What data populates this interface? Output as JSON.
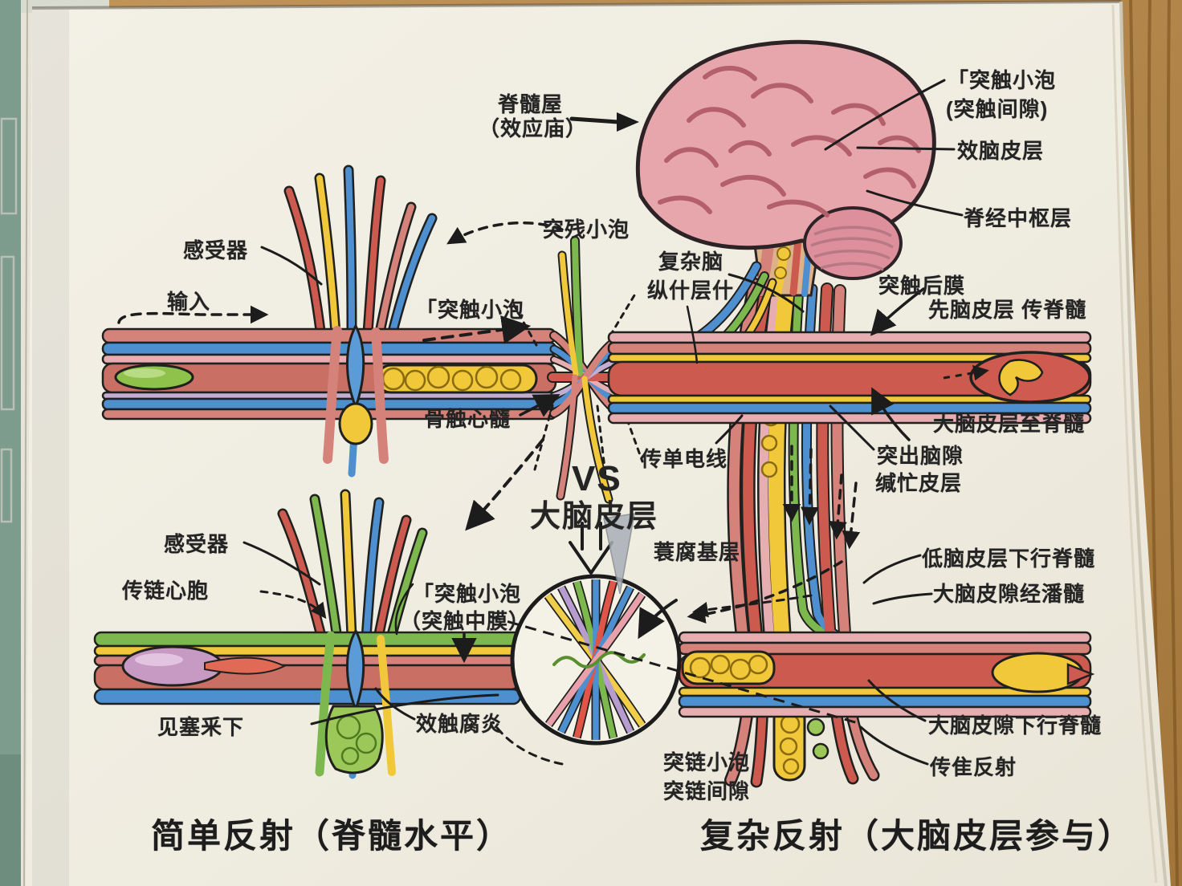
{
  "scene": {
    "description": "hand-drawn neuroscience diagram on a book page lying on a wooden desk, comparing a simple spinal reflex arc with a complex reflex involving the cerebral cortex",
    "colors": {
      "page": "#f1eee3",
      "wood": "#b5854a",
      "book_cover": "#7d9c8e",
      "ink": "#1c1c1c",
      "brain_pink": "#e7a6ac",
      "nerve_salmon": "#d4827a",
      "nerve_red": "#cc5a4f",
      "nerve_pink": "#e7aeb2",
      "nerve_blue": "#4e8fd0",
      "nerve_yellow": "#f0c83a",
      "nerve_green": "#7cb84e",
      "nerve_lavender": "#c3aed2",
      "receptor_green": "#8fc24a",
      "receptor_purple": "#c79ac4"
    }
  },
  "labels": {
    "spinal_house_l1": "脊髓屋",
    "spinal_house_l2": "（效应庙）",
    "vesicle_top_right_l1": "「突触小泡",
    "vesicle_top_right_l2": "(突触间隙)",
    "cortex_right": "效脑皮层",
    "nerve_center_layer": "脊经中枢层",
    "postsynaptic_membrane": "突触后膜",
    "cortex_conveys_spinal": "先脑皮层 传脊髓",
    "cortex_to_spinal": "大脑皮层至脊髓",
    "synaptic_gap_right_l1": "突出脑隙",
    "synaptic_gap_right_l2": "缄忙皮层",
    "receptor_upper": "感受器",
    "input": "输入",
    "vesicle_upper_left": "「突触小泡",
    "bone_center_marrow": "骨触心髓",
    "vesicle_center_top": "突残小泡",
    "complex_brain_l1": "复杂脑",
    "complex_brain_l2": "纵什层什",
    "single_wire": "传单电线",
    "vs": "VS",
    "vs_sub": "大脑皮层",
    "basal_layer": "蓑腐基层",
    "receptor_lower": "感受器",
    "transmit_cell": "传链心胞",
    "vesicle_lower_l1": "「突触小泡",
    "vesicle_lower_l2": "（突触中膜）",
    "see_below": "见塞釆下",
    "effector_lower": "效触腐炎",
    "low_cortex_descending": "低脑皮层下行脊髓",
    "cortex_via_marrow": "大脑皮隙经潘髓",
    "cortex_descending": "大脑皮隙下行脊髓",
    "transmit_reflex": "传隹反射",
    "vesicle_bottom_l1": "突链小泡",
    "vesicle_bottom_l2": "突链间隙",
    "title_left": "简单反射（脊髓水平）",
    "title_right": "复杂反射（大脑皮层参与）"
  }
}
